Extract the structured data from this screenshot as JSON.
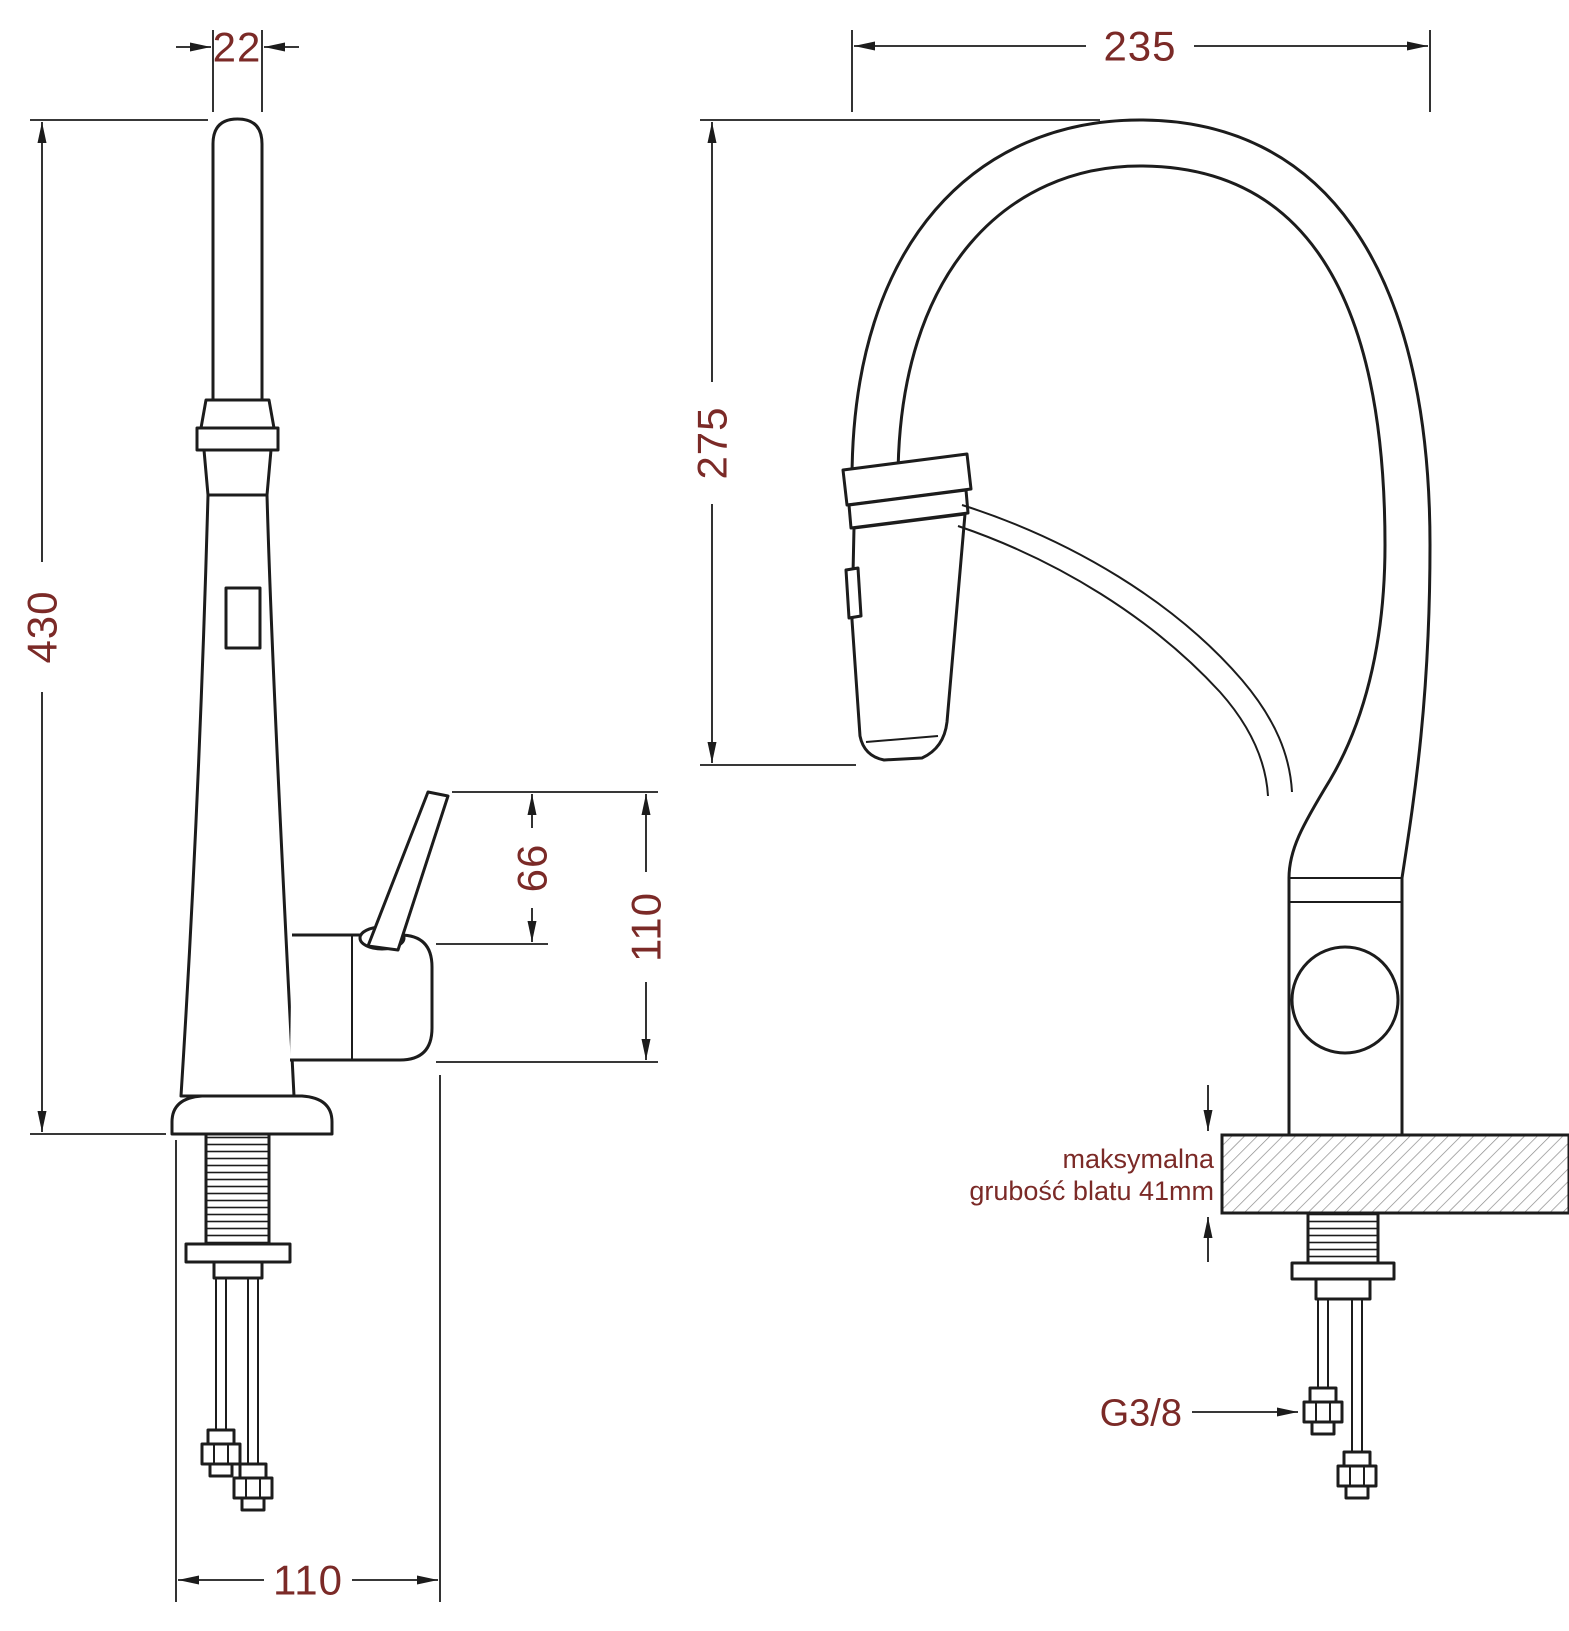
{
  "drawing": {
    "type": "faucet-installation-technical-drawing",
    "colors": {
      "line": "#1c1c1c",
      "annotation": "#7b2a27",
      "background": "#ffffff",
      "hatch": "#8a8a8a"
    },
    "left_view": {
      "spout_diameter": "22",
      "total_height": "430",
      "lever_height": "66",
      "handle_height": "110",
      "base_depth": "110"
    },
    "right_view": {
      "spout_reach": "235",
      "spout_height": "275",
      "counter_note_line1": "maksymalna",
      "counter_note_line2": "grubość blatu 41mm",
      "connection_thread": "G3/8"
    }
  }
}
